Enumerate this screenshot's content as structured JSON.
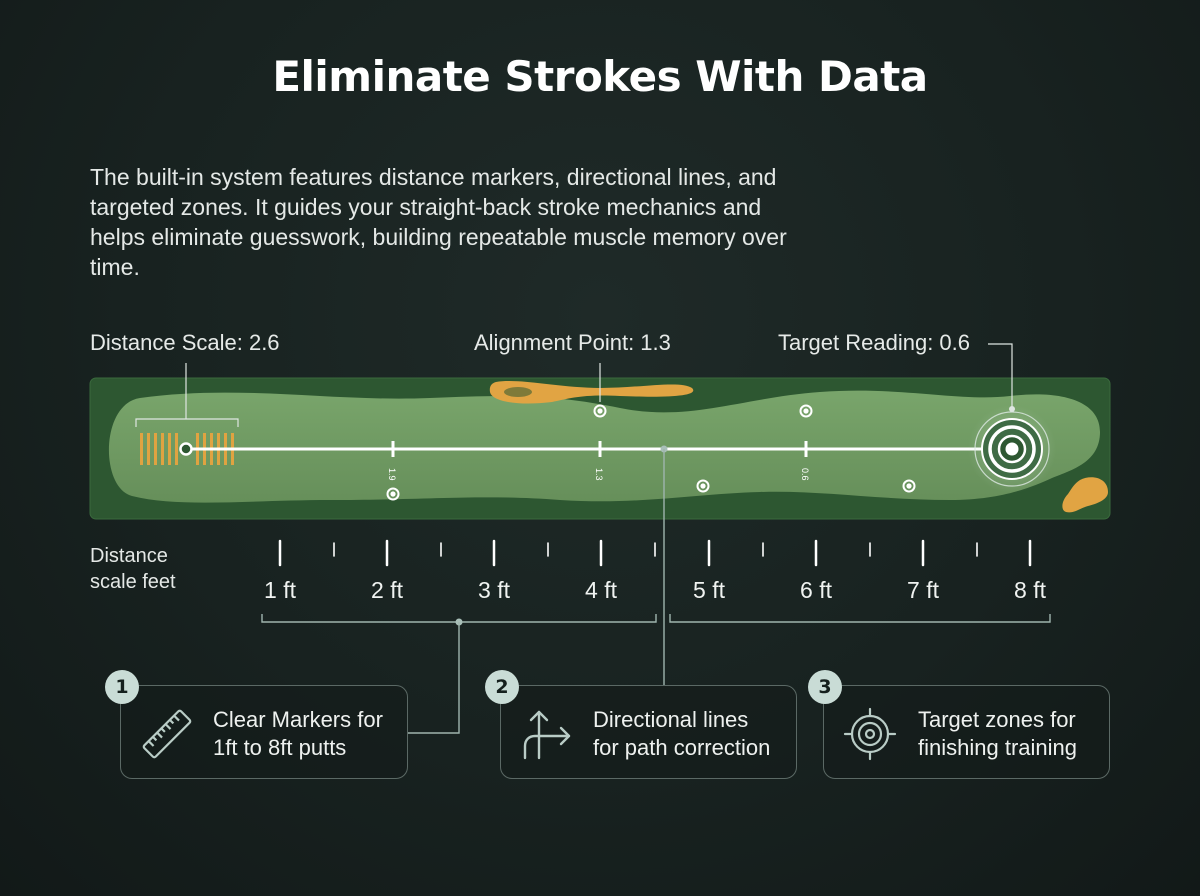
{
  "title": "Eliminate Strokes With Data",
  "intro": "The built-in system features distance markers, directional lines, and targeted zones. It guides your straight-back stroke mechanics and helps eliminate guesswork, building repeatable muscle memory over time.",
  "callouts": {
    "distance_scale": "Distance Scale: 2.6",
    "alignment_point": "Alignment Point: 1.3",
    "target_reading": "Target Reading: 0.6"
  },
  "mat_markers": [
    "1.9",
    "1.3",
    "0.6"
  ],
  "scale": {
    "title_line1": "Distance",
    "title_line2": "scale feet",
    "ticks": [
      "1 ft",
      "2 ft",
      "3 ft",
      "4 ft",
      "5 ft",
      "6 ft",
      "7 ft",
      "8 ft"
    ]
  },
  "cards": [
    {
      "number": "1",
      "line1": "Clear Markers for",
      "line2": "1ft to 8ft putts",
      "icon": "ruler-icon"
    },
    {
      "number": "2",
      "line1": "Directional lines",
      "line2": "for path correction",
      "icon": "directional-arrows-icon"
    },
    {
      "number": "3",
      "line1": "Target zones for",
      "line2": "finishing training",
      "icon": "target-icon"
    }
  ],
  "colors": {
    "background": "#182220",
    "mat_dark": "#2b5530",
    "mat_light": "#6f9a63",
    "sand": "#e0a341",
    "line": "#ffffff",
    "connector": "#9fb5ae"
  }
}
